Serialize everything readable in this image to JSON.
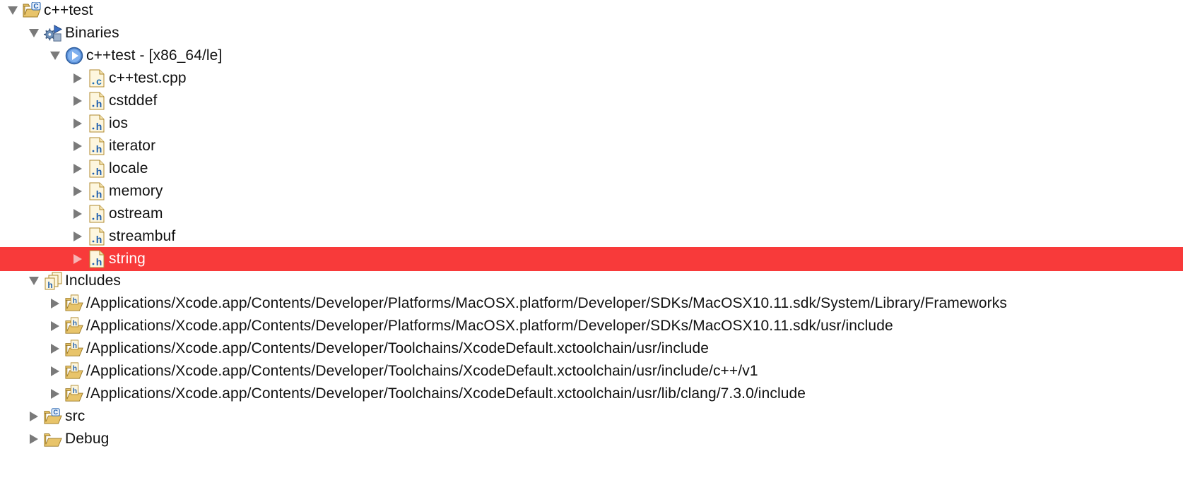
{
  "tree": {
    "project": {
      "label": "c++test",
      "icon": "c-project-folder-icon",
      "expanded": true
    },
    "binaries": {
      "label": "Binaries",
      "icon": "binaries-icon",
      "expanded": true
    },
    "binary": {
      "label": "c++test - [x86_64/le]",
      "icon": "executable-icon",
      "expanded": true
    },
    "files": [
      {
        "label": "c++test.cpp",
        "icon": "c-source-file-icon",
        "selected": false
      },
      {
        "label": "cstddef",
        "icon": "header-file-icon",
        "selected": false
      },
      {
        "label": "ios",
        "icon": "header-file-icon",
        "selected": false
      },
      {
        "label": "iterator",
        "icon": "header-file-icon",
        "selected": false
      },
      {
        "label": "locale",
        "icon": "header-file-icon",
        "selected": false
      },
      {
        "label": "memory",
        "icon": "header-file-icon",
        "selected": false
      },
      {
        "label": "ostream",
        "icon": "header-file-icon",
        "selected": false
      },
      {
        "label": "streambuf",
        "icon": "header-file-icon",
        "selected": false
      },
      {
        "label": "string",
        "icon": "header-file-icon",
        "selected": true
      }
    ],
    "includes": {
      "label": "Includes",
      "icon": "includes-icon",
      "expanded": true
    },
    "include_paths": [
      {
        "label": "/Applications/Xcode.app/Contents/Developer/Platforms/MacOSX.platform/Developer/SDKs/MacOSX10.11.sdk/System/Library/Frameworks",
        "icon": "include-folder-icon"
      },
      {
        "label": "/Applications/Xcode.app/Contents/Developer/Platforms/MacOSX.platform/Developer/SDKs/MacOSX10.11.sdk/usr/include",
        "icon": "include-folder-icon"
      },
      {
        "label": "/Applications/Xcode.app/Contents/Developer/Toolchains/XcodeDefault.xctoolchain/usr/include",
        "icon": "include-folder-icon"
      },
      {
        "label": "/Applications/Xcode.app/Contents/Developer/Toolchains/XcodeDefault.xctoolchain/usr/include/c++/v1",
        "icon": "include-folder-icon"
      },
      {
        "label": "/Applications/Xcode.app/Contents/Developer/Toolchains/XcodeDefault.xctoolchain/usr/lib/clang/7.3.0/include",
        "icon": "include-folder-icon"
      }
    ],
    "src": {
      "label": "src",
      "icon": "source-folder-icon",
      "expanded": false
    },
    "debug": {
      "label": "Debug",
      "icon": "folder-icon",
      "expanded": false
    }
  },
  "colors": {
    "selection": "#f83a3a",
    "twisty": "#7a7a7a",
    "folder": "#e8c46a",
    "header_h": "#1f5fae",
    "source_c": "#1f6fb5"
  }
}
